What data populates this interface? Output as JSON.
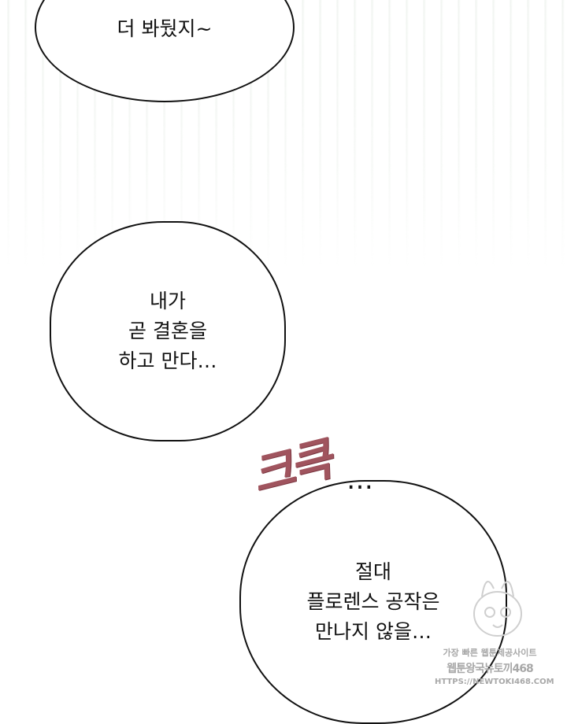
{
  "bubbles": {
    "top": {
      "lines": [
        "더 봐뒀지~"
      ]
    },
    "middle": {
      "lines": [
        "내가",
        "곧 결혼을",
        "하고 만다…"
      ]
    },
    "bottom": {
      "lines": [
        "절대",
        "플로렌스 공작은",
        "만나지 않을…"
      ]
    }
  },
  "sfx": {
    "text": "크큭",
    "dots": "…",
    "color": "#a0545e"
  },
  "watermark": {
    "line1": "가장 빠른 웹툰제공사이트",
    "line2": "웹툰왕국뉴토끼468",
    "line3": "HTTPS://NEWTOKI468.COM"
  }
}
